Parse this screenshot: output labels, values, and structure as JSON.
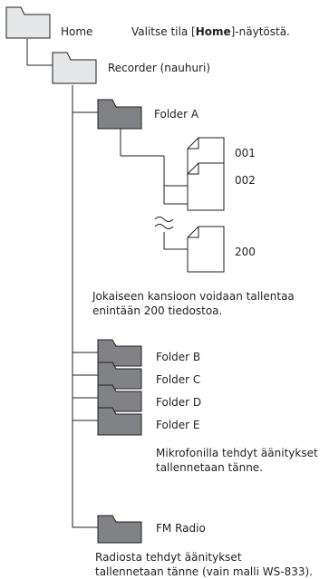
{
  "home": {
    "label": "Home",
    "hint_prefix": "Valitse tila [",
    "hint_bold": "Home",
    "hint_suffix": "]-näytöstä."
  },
  "recorder": {
    "label": "Recorder (nauhuri)"
  },
  "folder_a": {
    "label": "Folder A"
  },
  "files": [
    {
      "label": "001"
    },
    {
      "label": "002"
    },
    {
      "label": "200"
    }
  ],
  "note_folder_a": [
    "Jokaiseen kansioon voidaan tallentaa",
    "enintään 200 tiedostoa."
  ],
  "folders_be": [
    {
      "label": "Folder B"
    },
    {
      "label": "Folder C"
    },
    {
      "label": "Folder D"
    },
    {
      "label": "Folder E"
    }
  ],
  "note_mic": [
    "Mikrofonilla tehdyt äänitykset",
    "tallennetaan tänne."
  ],
  "fm_radio": {
    "label": "FM Radio"
  },
  "note_radio": [
    "Radiosta tehdyt äänitykset",
    "tallennetaan tänne (vain malli WS-833)."
  ],
  "colors": {
    "light_folder": "#e6e7e8",
    "dark_folder": "#808285",
    "stroke": "#231f20"
  }
}
